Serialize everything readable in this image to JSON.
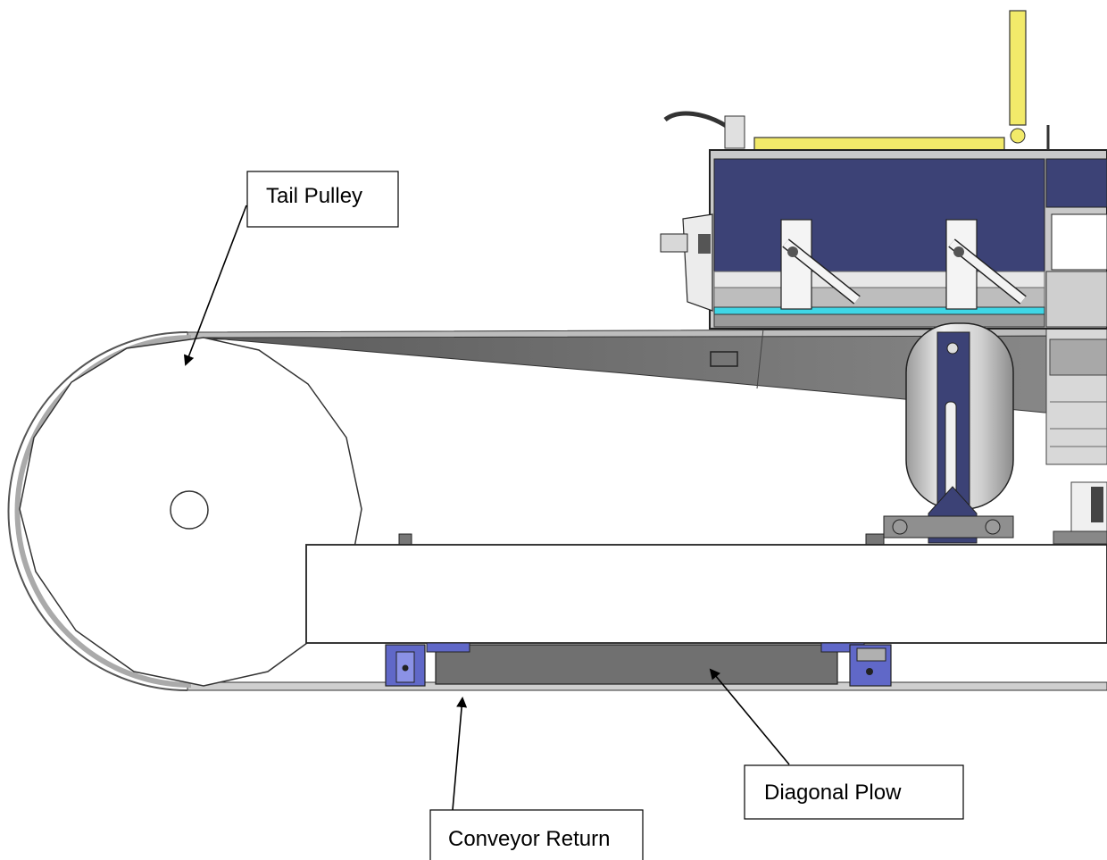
{
  "callouts": {
    "tail_pulley": "Tail Pulley",
    "diagonal_plow": "Diagonal Plow",
    "conveyor_return": "Conveyor Return"
  },
  "colors": {
    "background": "#ffffff",
    "belt": "#c8c8c8",
    "hopper_blue": "#3c4276",
    "bracket_blue": "#6068c8",
    "plow_gray": "#707070",
    "wedge_gray": "#777777",
    "yellow": "#f2ea6a",
    "cyan": "#3fd6e6",
    "roller": "#e2e2e2"
  },
  "icons": {
    "tail_pulley_arrow": "arrow-icon",
    "diagonal_plow_arrow": "arrow-icon",
    "conveyor_return_arrow": "arrow-icon"
  }
}
